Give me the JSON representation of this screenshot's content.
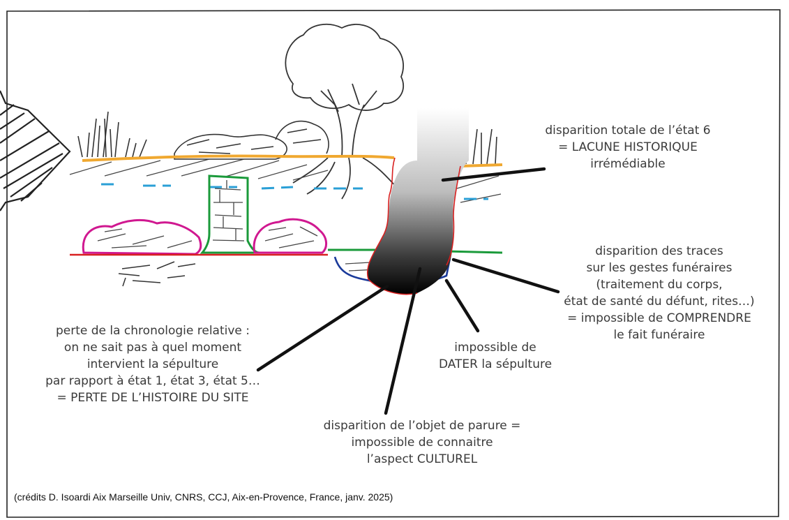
{
  "annotations": {
    "top_right": {
      "line1": "disparition totale de l’état 6",
      "line2": "= LACUNE HISTORIQUE",
      "line3": "irrémédiable"
    },
    "right": {
      "line1": "disparition des traces",
      "line2": "sur les gestes funéraires",
      "line3": "(traitement du corps,",
      "line4": "état de santé du défunt, rites…)",
      "line5": "= impossible de COMPRENDRE",
      "line6": "le fait funéraire"
    },
    "middle_right": {
      "line1": "impossible de",
      "line2": "DATER la sépulture"
    },
    "left": {
      "line1": "perte de la chronologie relative :",
      "line2": "on ne sait pas à quel moment",
      "line3": "intervient la sépulture",
      "line4": "par rapport à état 1, état 3, état 5…",
      "line5": "= PERTE DE L’HISTOIRE DU SITE"
    },
    "bottom": {
      "line1": "disparition de l’objet de parure =",
      "line2": "impossible de connaitre",
      "line3": "l’aspect CULTUREL"
    }
  },
  "credits": "(crédits D. Isoardi Aix Marseille Univ, CNRS, CCJ, Aix-en-Provence, France, janv. 2025)",
  "colors": {
    "ground_surface": "#f0a830",
    "water_level": "#2a9fd6",
    "wall_outline": "#1a9a3a",
    "boulder_outline": "#d01890",
    "red_line": "#d82020",
    "pit_outline": "#1a3a9a",
    "pointer": "#111111"
  }
}
